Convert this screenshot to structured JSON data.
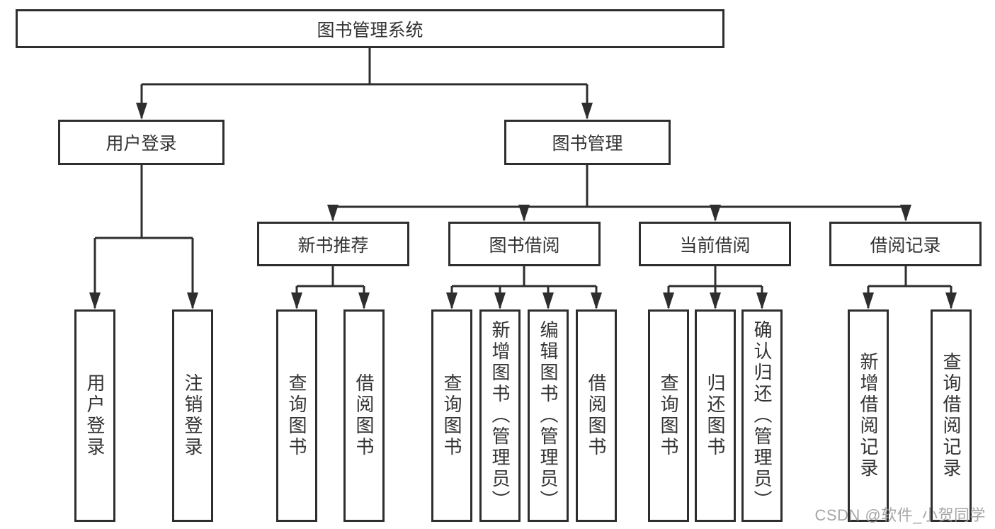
{
  "diagram": {
    "title": "图书管理系统",
    "level2": {
      "user_login": "用户登录",
      "book_mgmt": "图书管理"
    },
    "level3": {
      "new_book": "新书推荐",
      "borrow": "图书借阅",
      "current": "当前借阅",
      "records": "借阅记录"
    },
    "leaves": {
      "user_login": [
        "用户登录",
        "注销登录"
      ],
      "new_book": [
        "查询图书",
        "借阅图书"
      ],
      "borrow": [
        "查询图书",
        "新增图书（管理员）",
        "编辑图书（管理员）",
        "借阅图书"
      ],
      "current": [
        "查询图书",
        "归还图书",
        "确认归还（管理员）"
      ],
      "records": [
        "新增借阅记录",
        "查询借阅记录"
      ]
    }
  },
  "watermark": "CSDN @软件_小贺同学",
  "colors": {
    "line": "#2e2e2e",
    "text": "#333333",
    "watermark": "#9e9e9e",
    "background": "#ffffff"
  }
}
